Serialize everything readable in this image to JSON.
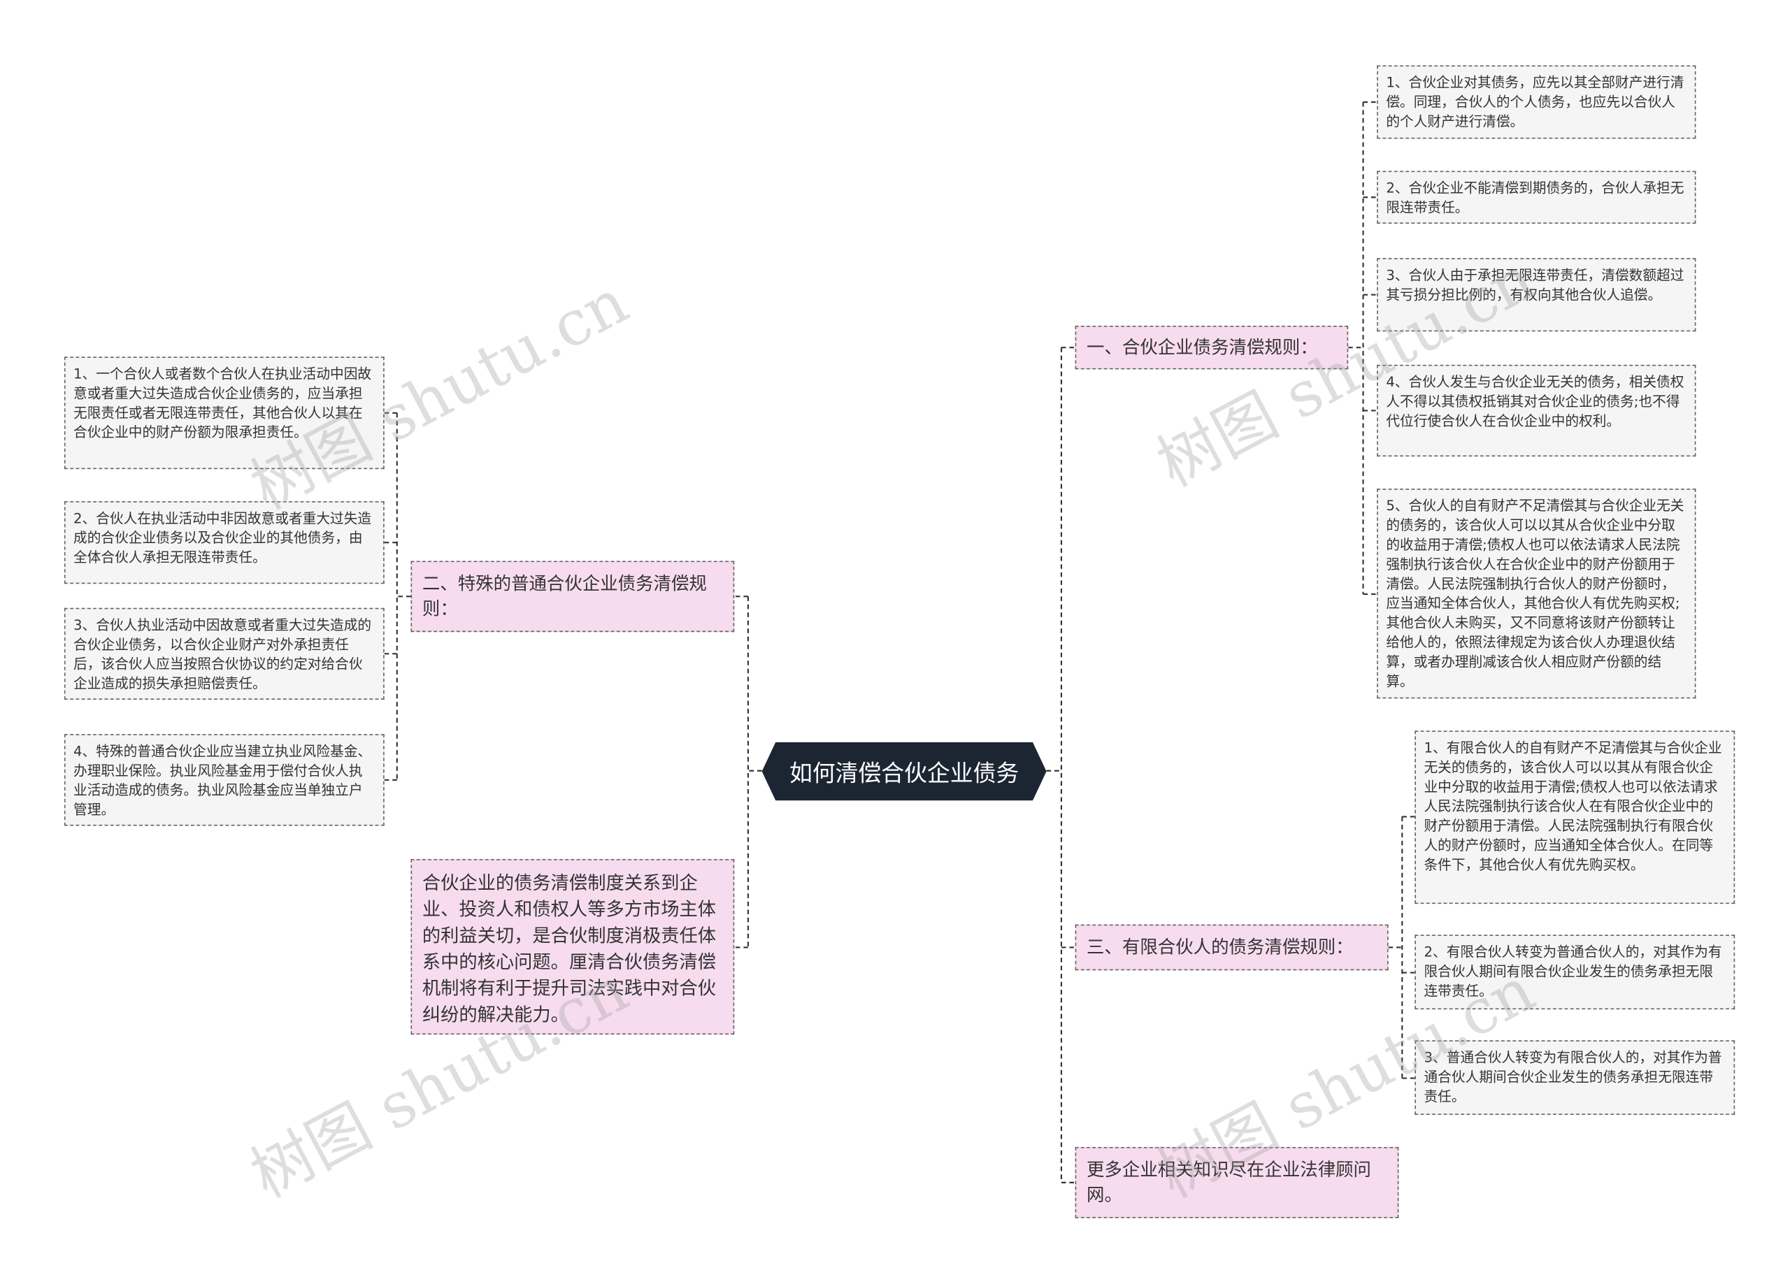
{
  "root": {
    "title": "如何清偿合伙企业债务"
  },
  "left": {
    "branch": "二、特殊的普通合伙企业债务清偿规则：",
    "leaves": [
      "1、一个合伙人或者数个合伙人在执业活动中因故意或者重大过失造成合伙企业债务的，应当承担无限责任或者无限连带责任，其他合伙人以其在合伙企业中的财产份额为限承担责任。",
      "2、合伙人在执业活动中非因故意或者重大过失造成的合伙企业债务以及合伙企业的其他债务，由全体合伙人承担无限连带责任。",
      "3、合伙人执业活动中因故意或者重大过失造成的合伙企业债务，以合伙企业财产对外承担责任后，该合伙人应当按照合伙协议的约定对给合伙企业造成的损失承担赔偿责任。",
      "4、特殊的普通合伙企业应当建立执业风险基金、办理职业保险。执业风险基金用于偿付合伙人执业活动造成的债务。执业风险基金应当单独立户管理。"
    ],
    "summary": "合伙企业的债务清偿制度关系到企业、投资人和债权人等多方市场主体的利益关切，是合伙制度消极责任体系中的核心问题。厘清合伙债务清偿机制将有利于提升司法实践中对合伙纠纷的解决能力。"
  },
  "right": {
    "branch1": "一、合伙企业债务清偿规则：",
    "leaves1": [
      "1、合伙企业对其债务，应先以其全部财产进行清偿。同理，合伙人的个人债务，也应先以合伙人的个人财产进行清偿。",
      "2、合伙企业不能清偿到期债务的，合伙人承担无限连带责任。",
      "3、合伙人由于承担无限连带责任，清偿数额超过其亏损分担比例的，有权向其他合伙人追偿。",
      "4、合伙人发生与合伙企业无关的债务，相关债权人不得以其债权抵销其对合伙企业的债务;也不得代位行使合伙人在合伙企业中的权利。",
      "5、合伙人的自有财产不足清偿其与合伙企业无关的债务的，该合伙人可以以其从合伙企业中分取的收益用于清偿;债权人也可以依法请求人民法院强制执行该合伙人在合伙企业中的财产份额用于清偿。人民法院强制执行合伙人的财产份额时，应当通知全体合伙人，其他合伙人有优先购买权;其他合伙人未购买，又不同意将该财产份额转让给他人的，依照法律规定为该合伙人办理退伙结算，或者办理削减该合伙人相应财产份额的结算。"
    ],
    "branch3": "三、有限合伙人的债务清偿规则：",
    "leaves3": [
      "1、有限合伙人的自有财产不足清偿其与合伙企业无关的债务的，该合伙人可以以其从有限合伙企业中分取的收益用于清偿;债权人也可以依法请求人民法院强制执行该合伙人在有限合伙企业中的财产份额用于清偿。人民法院强制执行有限合伙人的财产份额时，应当通知全体合伙人。在同等条件下，其他合伙人有优先购买权。",
      "2、有限合伙人转变为普通合伙人的，对其作为有限合伙人期间有限合伙企业发生的债务承担无限连带责任。",
      "3、普通合伙人转变为有限合伙人的，对其作为普通合伙人期间合伙企业发生的债务承担无限连带责任。"
    ],
    "branch4": "更多企业相关知识尽在企业法律顾问网。"
  },
  "watermark": "树图 shutu.cn",
  "colors": {
    "root_bg": "#1c2633",
    "branch_bg": "#f7dcef",
    "leaf_bg": "#f5f5f5",
    "line": "#333333"
  }
}
